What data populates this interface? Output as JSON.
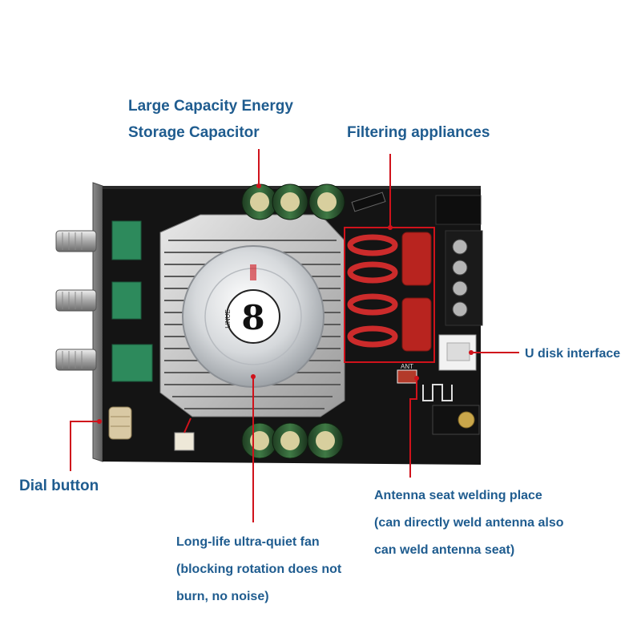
{
  "callouts": {
    "capacitor": {
      "line1": "Large Capacity Energy",
      "line2": "Storage Capacitor"
    },
    "filter": {
      "line1": "Filtering appliances"
    },
    "udisk": {
      "line1": "U disk interface"
    },
    "dial": {
      "line1": "Dial button"
    },
    "antenna": {
      "line1": "Antenna seat welding place",
      "line2": "(can directly weld antenna also",
      "line3": "can weld antenna seat)"
    },
    "fan": {
      "line1": "Long-life ultra-quiet fan",
      "line2": "(blocking rotation does not",
      "line3": "burn, no noise)"
    }
  },
  "board": {
    "fan_logo": "8",
    "fan_brand": "LINUE",
    "ant_label": "ANT"
  },
  "colors": {
    "label_text": "#1f5c8f",
    "pointer_line": "#d0121b",
    "board": "#141414",
    "heatsink": "#c9c9c9",
    "inductor": "#cc2b2b",
    "filter_capacitor": "#b8241f",
    "pot_green": "#2d8a5c",
    "terminal_block": "#1a1a1a"
  }
}
